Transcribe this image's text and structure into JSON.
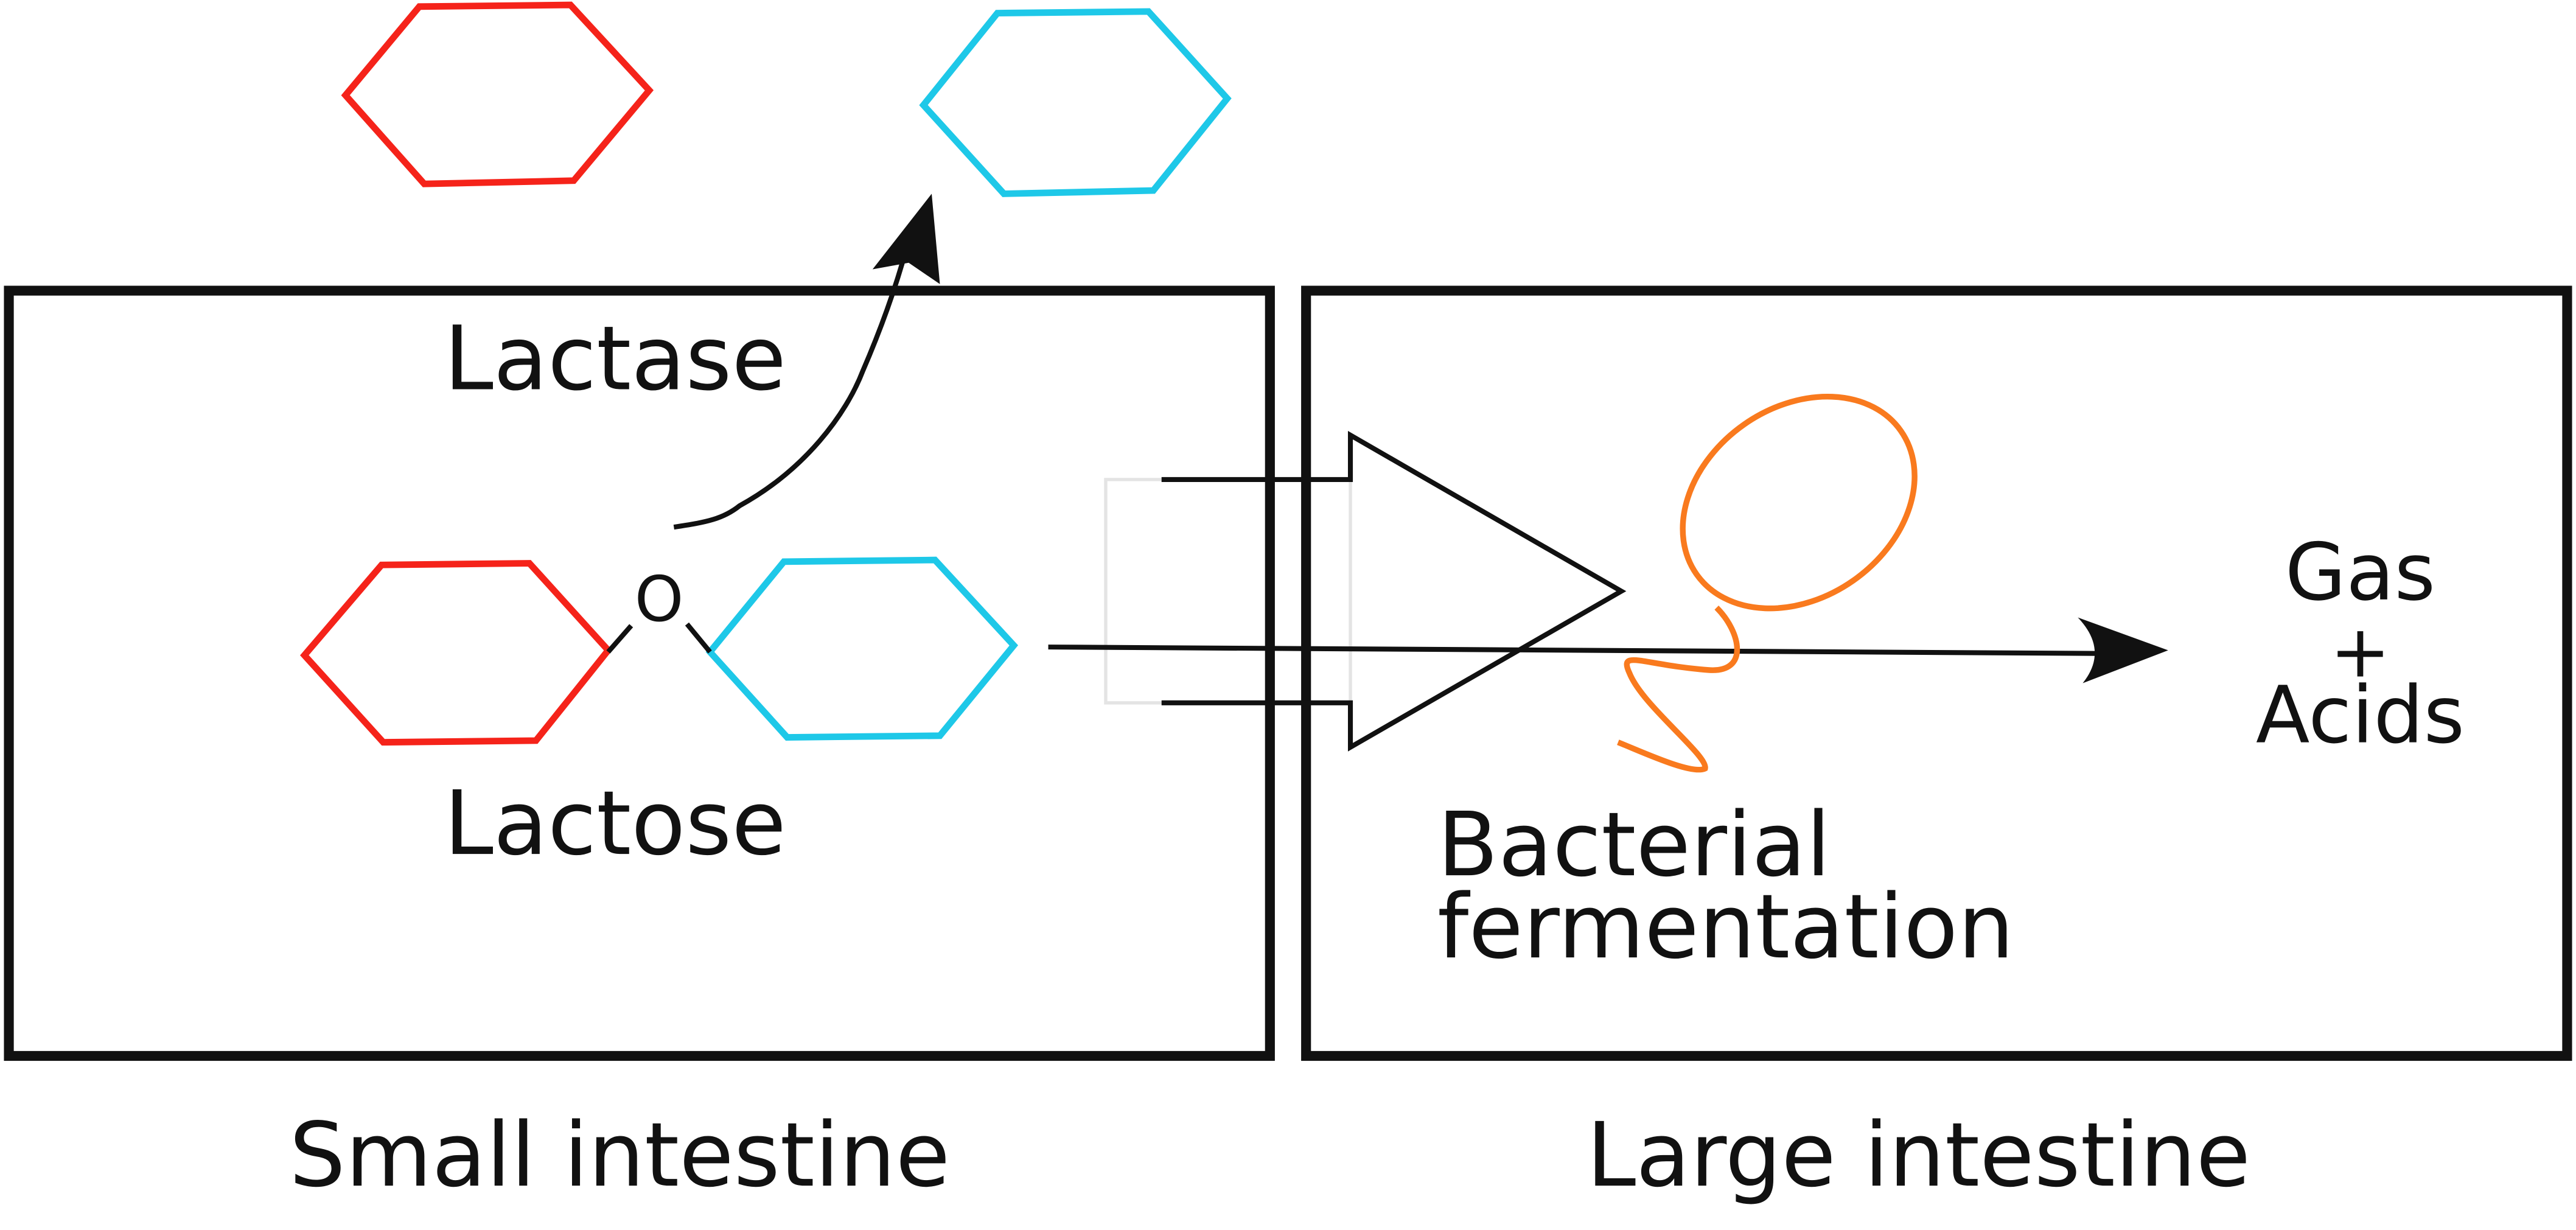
{
  "diagram": {
    "regions": {
      "small_intestine": "Small intestine",
      "large_intestine": "Large intestine"
    },
    "labels": {
      "lactase": "Lactase",
      "lactose": "Lactose",
      "oxygen": "O",
      "bacterial": "Bacterial",
      "fermentation": "fermentation",
      "gas": "Gas",
      "plus": "+",
      "acids": "Acids"
    },
    "colors": {
      "glucose_ring": "#f5231a",
      "galactose_ring": "#1ec8e8",
      "bacterium": "#f97a1e",
      "outline": "#111111"
    }
  }
}
